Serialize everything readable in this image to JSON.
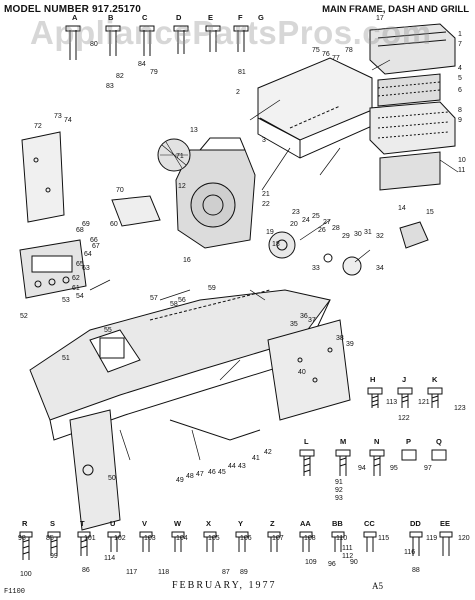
{
  "header": {
    "model_number": "MODEL NUMBER 917.25170",
    "section_title": "MAIN FRAME, DASH AND GRILL"
  },
  "watermark": "AppliancePartsPros.com",
  "footer": {
    "date": "FEBRUARY, 1977",
    "page": "A5",
    "code": "F1100"
  },
  "callouts": [
    "1",
    "2",
    "3",
    "4",
    "5",
    "6",
    "7",
    "8",
    "9",
    "10",
    "11",
    "12",
    "13",
    "14",
    "15",
    "16",
    "17",
    "18",
    "19",
    "20",
    "21",
    "22",
    "23",
    "24",
    "25",
    "26",
    "27",
    "28",
    "29",
    "30",
    "31",
    "32",
    "33",
    "34",
    "35",
    "36",
    "37",
    "38",
    "39",
    "40",
    "41",
    "42",
    "43",
    "44",
    "45",
    "46",
    "47",
    "48",
    "49",
    "50",
    "51",
    "52",
    "53",
    "54",
    "55",
    "56",
    "57",
    "58",
    "59",
    "60",
    "61",
    "62",
    "63",
    "64",
    "65",
    "66",
    "67",
    "68",
    "69",
    "70",
    "71",
    "72",
    "73",
    "74",
    "75",
    "76",
    "77",
    "78",
    "79",
    "80",
    "81",
    "82",
    "83",
    "84",
    "85",
    "86",
    "87",
    "88",
    "89",
    "90",
    "91",
    "92",
    "93",
    "94",
    "95",
    "96",
    "97",
    "98",
    "99",
    "100",
    "101",
    "102",
    "103",
    "104",
    "105",
    "106",
    "107",
    "108",
    "109",
    "110",
    "111",
    "112",
    "113",
    "114",
    "115",
    "116",
    "117",
    "118",
    "119",
    "120",
    "121",
    "122",
    "123"
  ],
  "hardware_letters": [
    "A",
    "B",
    "C",
    "D",
    "E",
    "F",
    "G",
    "H",
    "J",
    "K",
    "L",
    "M",
    "N",
    "P",
    "Q",
    "R",
    "S",
    "T",
    "U",
    "V",
    "W",
    "X",
    "Y",
    "Z",
    "AA",
    "BB",
    "CC",
    "DD",
    "EE"
  ]
}
